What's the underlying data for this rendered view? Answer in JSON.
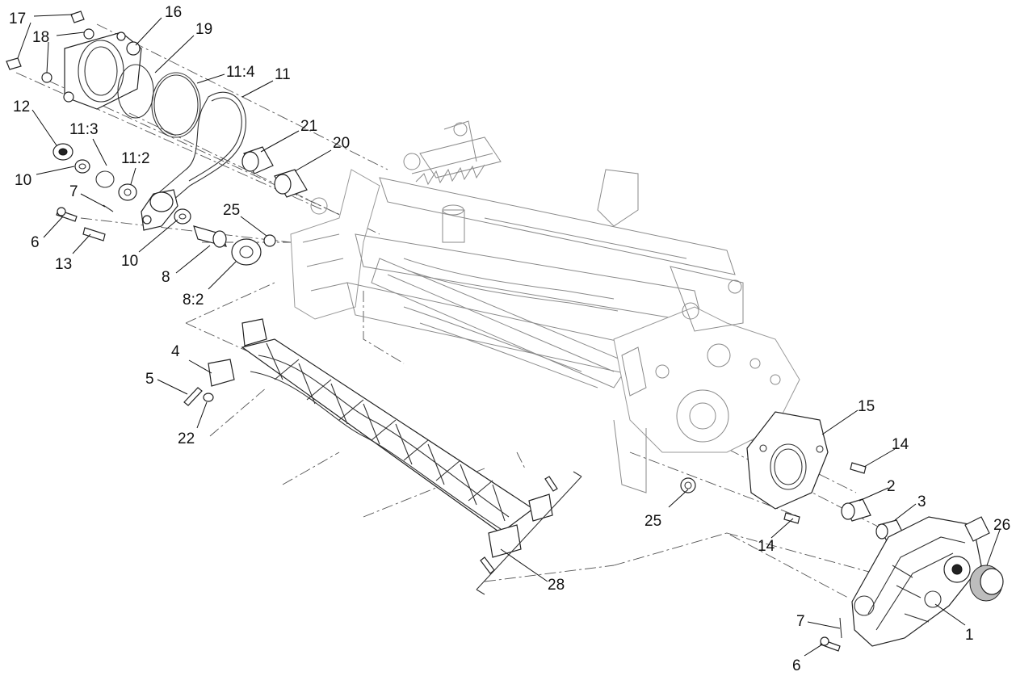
{
  "callouts": {
    "c17": "17",
    "c16": "16",
    "c18": "18",
    "c19": "19",
    "c11_4": "11:4",
    "c11": "11",
    "c12": "12",
    "c11_3": "11:3",
    "c21": "21",
    "c20": "20",
    "c10a": "10",
    "c11_2": "11:2",
    "c7a": "7",
    "c25a": "25",
    "c6a": "6",
    "c13": "13",
    "c10b": "10",
    "c8": "8",
    "c8_2": "8:2",
    "c4": "4",
    "c5": "5",
    "c22": "22",
    "c15": "15",
    "c14a": "14",
    "c2": "2",
    "c3": "3",
    "c25b": "25",
    "c14b": "14",
    "c26": "26",
    "c28": "28",
    "c7b": "7",
    "c1": "1",
    "c6b": "6"
  }
}
